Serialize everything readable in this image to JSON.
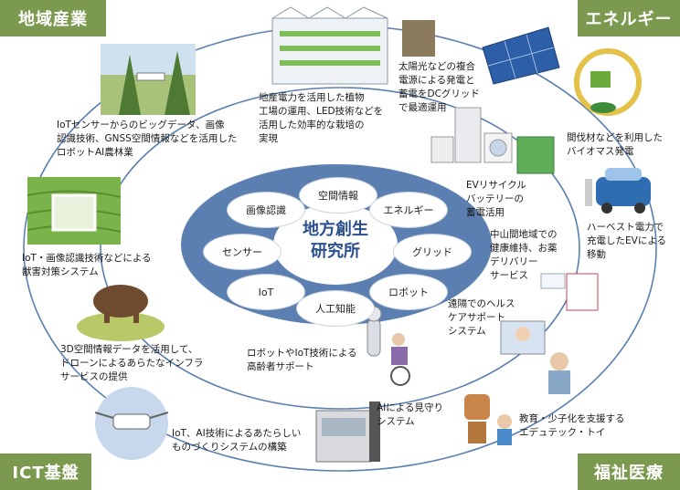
{
  "corners": {
    "top_left": "地域産業",
    "top_right": "エネルギー",
    "bottom_left": "ICT基盤",
    "bottom_right": "福祉医療"
  },
  "center": {
    "line1": "地方創生",
    "line2": "研究所"
  },
  "tech_nodes": [
    "空間情報",
    "エネルギー",
    "グリッド",
    "ロボット",
    "人工知能",
    "IoT",
    "センサー",
    "画像認識"
  ],
  "captions": {
    "plant_factory": "地産電力を活用した植物\n工場の運用、LED技術などを\n活用した効率的な栽培の\n実現",
    "solar_grid": "太陽光などの複合\n電源による発電と\n蓄電をDCグリッド\nで最適運用",
    "biomass": "間伐材などを利用した\nバイオマス発電",
    "ai_forestry": "IoTセンサーからのビッグデータ、画像\n認識技術、GNSS空間情報などを活用した\nロボットAI農林業",
    "ev_battery": "EVリサイクル\nバッテリーの\n蓄電活用",
    "harvest_ev": "ハーベスト電力で\n充電したEVによる\n移動",
    "wildlife": "IoT・画像認識技術などによる\n獣害対策システム",
    "medicine": "中山間地域での\n健康維持、お薬\nデリバリー\nサービス",
    "remote_health": "遠隔でのヘルス\nケアサポート\nシステム",
    "drone_infra": "3D空間情報データを活用して、\nドローンによるあらたなインフラ\nサービスの提供",
    "elderly": "ロボットやIoT技術による\n高齢者サポート",
    "watch": "AIによる見守り\nシステム",
    "manufacturing": "IoT、AI技術によるあたらしい\nものづくりシステムの構築",
    "edutech": "教育・少子化を支援する\nエデュテック・トイ"
  },
  "colors": {
    "corner_green": "#7c9a4f",
    "ring_blue": "#5b7fb0",
    "center_text": "#2a4f8c"
  }
}
